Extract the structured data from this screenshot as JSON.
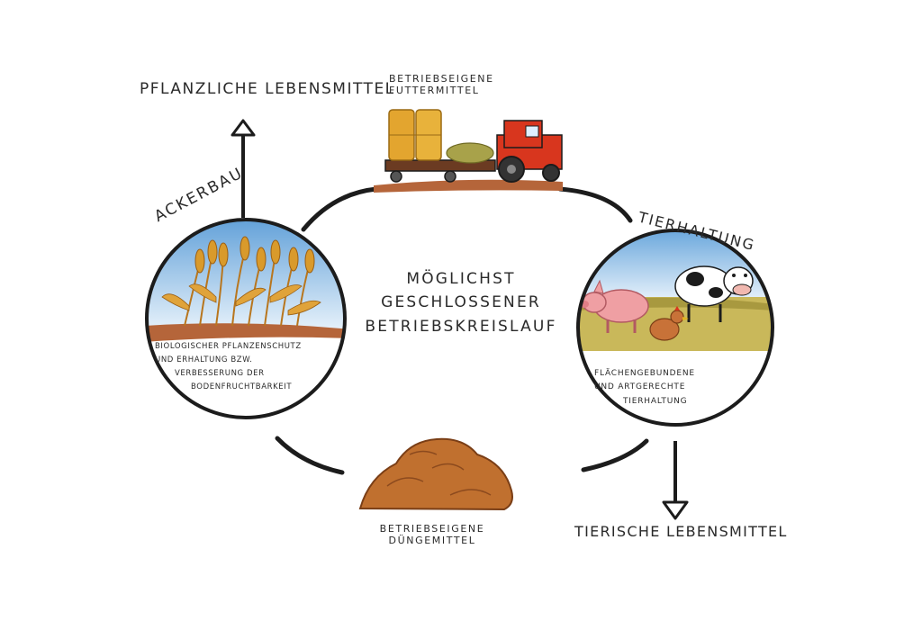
{
  "labels": {
    "plant_food": "Pflanzliche Lebensmittel",
    "animal_food": "Tierische Lebensmittel",
    "feed": [
      "Betriebseigene",
      "Futtermittel"
    ],
    "fertilizer": [
      "Betriebseigene",
      "Düngemittel"
    ],
    "center": [
      "Möglichst",
      "geschlossener",
      "Betriebskreislauf"
    ]
  },
  "nodes": {
    "acker": {
      "title": "Ackerbau",
      "description": [
        "Biologischer Pflanzenschutz",
        "und Erhaltung bzw.",
        "Verbesserung der",
        "Bodenfruchtbarkeit"
      ]
    },
    "tier": {
      "title": "Tierhaltung",
      "description": [
        "Flächengebundene",
        "und artgerechte",
        "Tierhaltung"
      ]
    }
  },
  "colors": {
    "sky": "#9ec9ec",
    "wheat": "#d99a2b",
    "grass": "#c9b85a",
    "soil": "#b5653a",
    "manure": "#c0702f",
    "tractor": "#d8361e",
    "hay": "#e3a52f",
    "outline": "#1c1c1c"
  }
}
